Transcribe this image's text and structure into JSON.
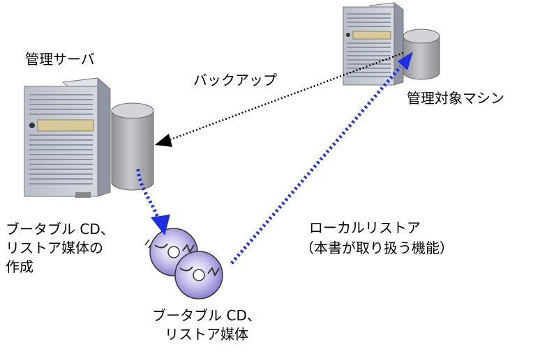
{
  "labels": {
    "management_server": "管理サーバ",
    "backup": "バックアップ",
    "target_machine": "管理対象マシン",
    "create_media": "ブータブル CD、\nリストア媒体の\n作成",
    "local_restore_line1": "ローカルリストア",
    "local_restore_line2": "（本書が取り扱う機能）",
    "bootable_media": "ブータブル CD、\nリストア媒体"
  },
  "icons": {
    "management_server": "tower-server-icon",
    "management_disk": "database-cylinder-icon",
    "target_server": "tower-server-icon",
    "target_disk": "database-cylinder-icon",
    "discs": "cd-disc-icon"
  },
  "colors": {
    "backup_arrow": "#000000",
    "restore_arrow": "#1f2fe0",
    "create_arrow": "#1f2fe0",
    "server_body": "#c5c9d3",
    "cylinder": "#a7a9ad"
  }
}
